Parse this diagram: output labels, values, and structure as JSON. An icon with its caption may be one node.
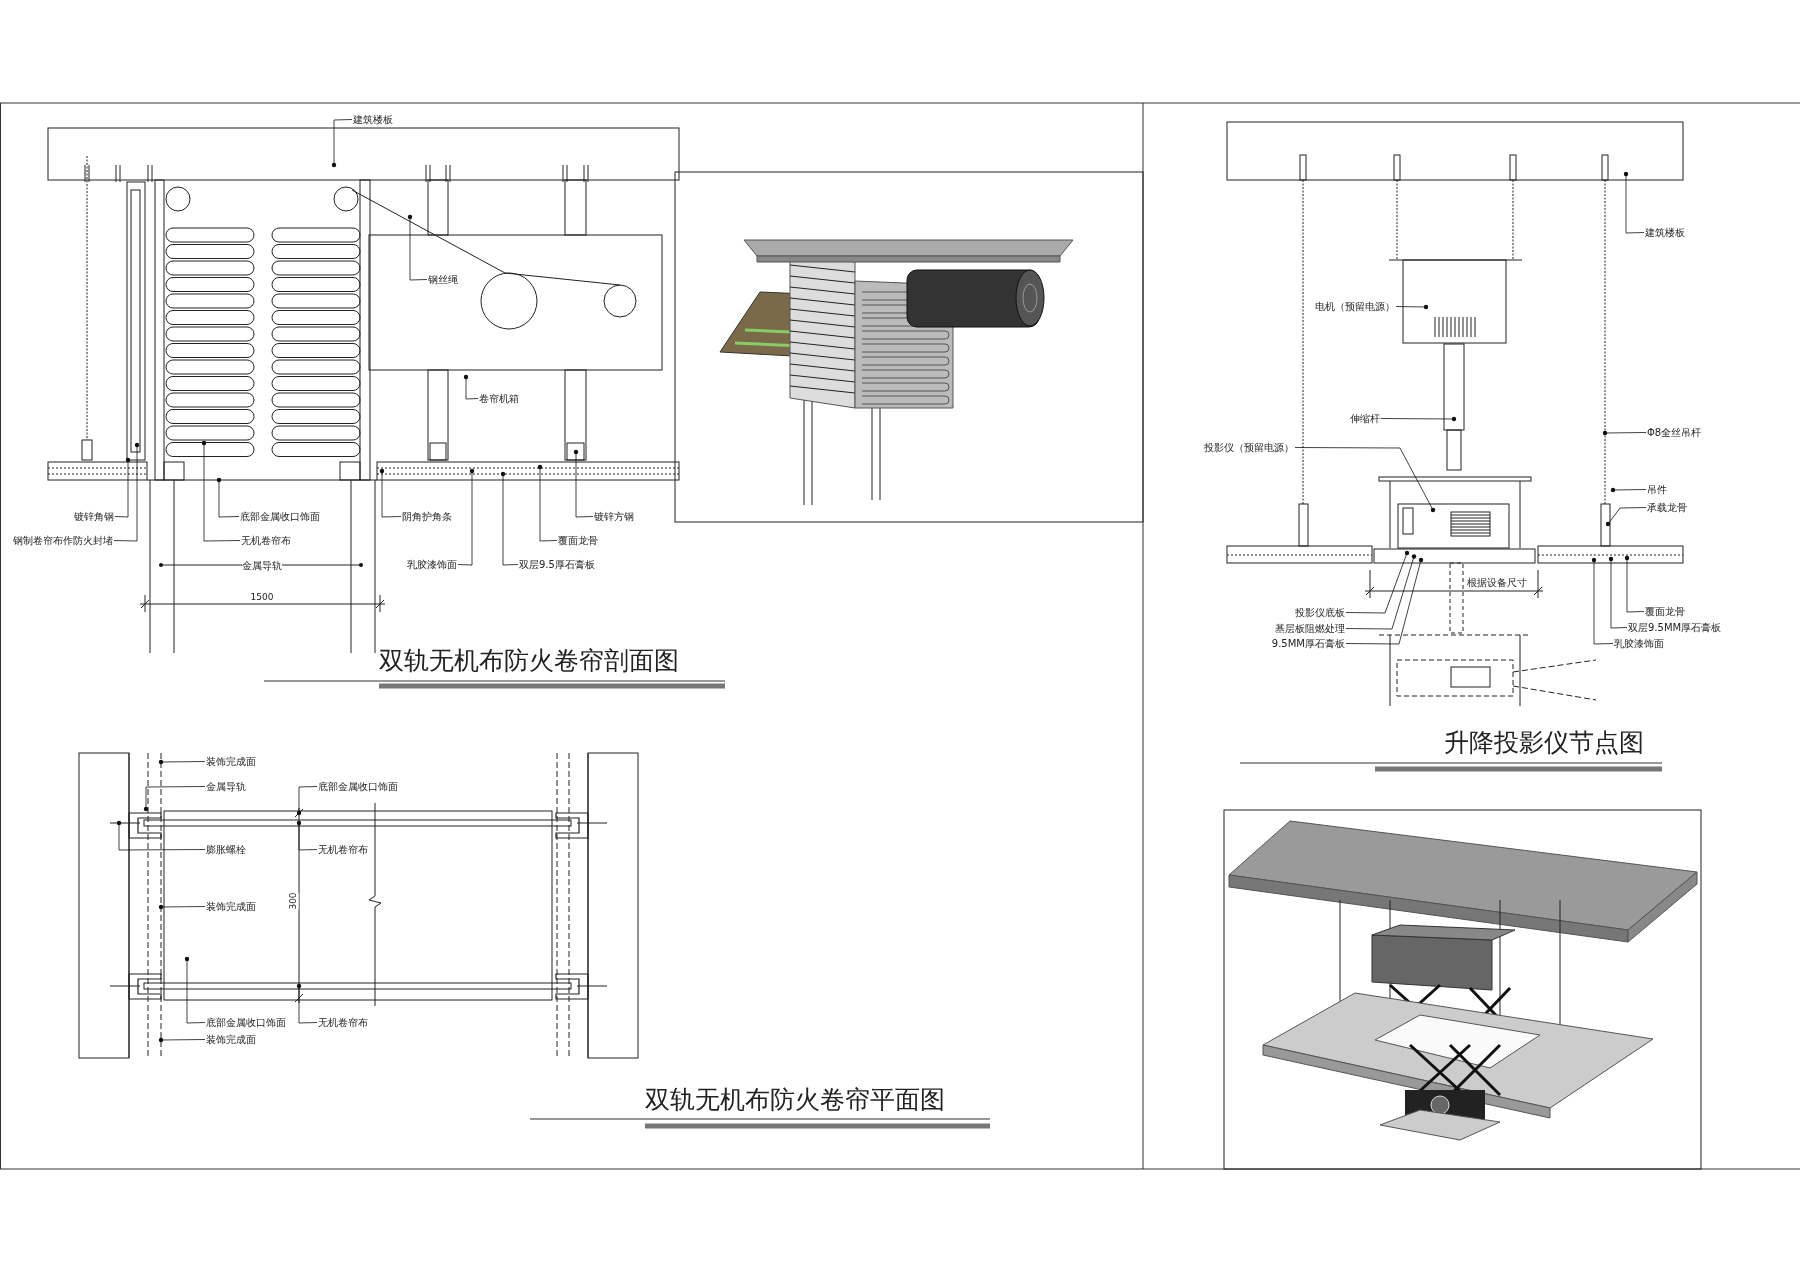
{
  "diagram": {
    "nodes": [
      {
        "text": [
          "建筑楼板"
        ]
      },
      {
        "text": [
          "钢丝绳"
        ]
      },
      {
        "text": [
          "卷帘机箱"
        ]
      },
      {
        "text": [
          "镀锌角钢"
        ]
      },
      {
        "text": [
          "钢制卷帘布作防火封堵"
        ]
      },
      {
        "text": [
          "底部金属收口饰面"
        ]
      },
      {
        "text": [
          "无机卷帘布"
        ]
      },
      {
        "text": [
          "阴角护角条"
        ]
      },
      {
        "text": [
          "乳胶漆饰面"
        ]
      },
      {
        "text": [
          "双层9.5厚石膏板"
        ]
      },
      {
        "text": [
          "覆面龙骨"
        ]
      },
      {
        "text": [
          "镀锌方钢"
        ]
      },
      {
        "text": [
          "建筑楼板"
        ]
      },
      {
        "text": [
          "电机（预留电源）"
        ]
      },
      {
        "text": [
          "伸缩杆"
        ]
      },
      {
        "text": [
          "投影仪（预留电源）"
        ]
      },
      {
        "text": [
          "Φ8全丝吊杆"
        ]
      },
      {
        "text": [
          "吊件"
        ]
      },
      {
        "text": [
          "承载龙骨"
        ]
      },
      {
        "text": [
          "投影仪底板"
        ]
      },
      {
        "text": [
          "基层板阻燃处理"
        ]
      },
      {
        "text": [
          "9.5MM厚石膏板"
        ]
      },
      {
        "text": [
          "覆面龙骨"
        ]
      },
      {
        "text": [
          "双层9.5MM厚石膏板"
        ]
      },
      {
        "text": [
          "乳胶漆饰面"
        ]
      },
      {
        "text": [
          "装饰完成面"
        ]
      },
      {
        "text": [
          "金属导轨"
        ]
      },
      {
        "text": [
          "底部金属收口饰面"
        ]
      },
      {
        "text": [
          "膨胀螺栓"
        ]
      },
      {
        "text": [
          "无机卷帘布"
        ]
      },
      {
        "text": [
          "装饰完成面"
        ]
      },
      {
        "text": [
          "底部金属收口饰面"
        ]
      },
      {
        "text": [
          "无机卷帘布"
        ]
      },
      {
        "text": [
          "装饰完成面"
        ]
      }
    ],
    "edges": [
      {
        "from": 0,
        "to": null,
        "arrow": "other"
      },
      {
        "from": 1,
        "to": null,
        "arrow": "other"
      },
      {
        "from": 2,
        "to": null,
        "arrow": "other"
      },
      {
        "from": 3,
        "to": null,
        "arrow": "other"
      },
      {
        "from": 4,
        "to": null,
        "arrow": "other"
      },
      {
        "from": 5,
        "to": null,
        "arrow": "other"
      },
      {
        "from": 6,
        "to": null,
        "arrow": "other"
      },
      {
        "from": 7,
        "to": null,
        "arrow": "other"
      },
      {
        "from": 8,
        "to": null,
        "arrow": "other"
      },
      {
        "from": 9,
        "to": null,
        "arrow": "other"
      },
      {
        "from": 10,
        "to": null,
        "arrow": "other"
      },
      {
        "from": 11,
        "to": null,
        "arrow": "other"
      },
      {
        "from": 12,
        "to": null,
        "arrow": "other"
      },
      {
        "from": 13,
        "to": null,
        "arrow": "other"
      },
      {
        "from": 14,
        "to": null,
        "arrow": "other"
      },
      {
        "from": 15,
        "to": null,
        "arrow": "other"
      },
      {
        "from": 16,
        "to": null,
        "arrow": "other"
      },
      {
        "from": 17,
        "to": null,
        "arrow": "other"
      },
      {
        "from": 18,
        "to": null,
        "arrow": "other"
      },
      {
        "from": 19,
        "to": null,
        "arrow": "other"
      },
      {
        "from": 20,
        "to": null,
        "arrow": "other"
      },
      {
        "from": 21,
        "to": null,
        "arrow": "other"
      },
      {
        "from": 22,
        "to": null,
        "arrow": "other"
      },
      {
        "from": 23,
        "to": null,
        "arrow": "other"
      },
      {
        "from": 24,
        "to": null,
        "arrow": "other"
      },
      {
        "from": 25,
        "to": null,
        "arrow": "other"
      },
      {
        "from": 26,
        "to": null,
        "arrow": "other"
      },
      {
        "from": 27,
        "to": null,
        "arrow": "other"
      },
      {
        "from": 28,
        "to": null,
        "arrow": "other"
      },
      {
        "from": 29,
        "to": null,
        "arrow": "other"
      },
      {
        "from": 30,
        "to": null,
        "arrow": "other"
      },
      {
        "from": 31,
        "to": null,
        "arrow": "other"
      },
      {
        "from": 32,
        "to": null,
        "arrow": "other"
      },
      {
        "from": 33,
        "to": null,
        "arrow": "other"
      }
    ],
    "labels": [
      "金属导轨",
      "1500",
      "双轨无机布防火卷帘剖面图",
      "根据设备尺寸",
      "升降投影仪节点图",
      "300",
      "双轨无机布防火卷帘平面图"
    ]
  }
}
